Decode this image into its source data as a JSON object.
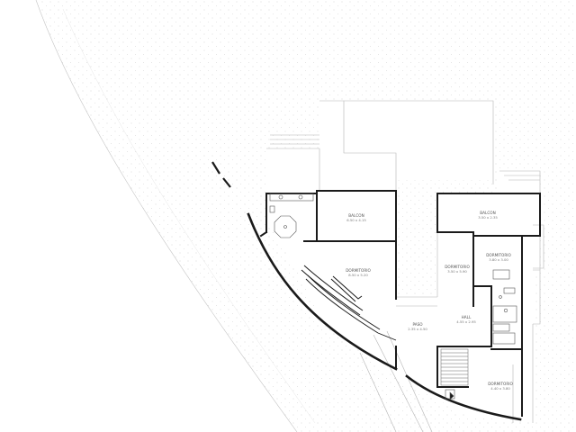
{
  "colors": {
    "background": "#ffffff",
    "wall": "#1a1a1a",
    "thin_line": "#b5b5b5",
    "terrain_dots": "#d4d4d4",
    "label": "#555555"
  },
  "rooms": [
    {
      "id": "balcon-1",
      "name": "BALCON",
      "dims": "6.50 x 4.15"
    },
    {
      "id": "balcon-2",
      "name": "BALCON",
      "dims": "3.50 x 2.35"
    },
    {
      "id": "dormitorio-main",
      "name": "DORMITORIO",
      "dims": "8.50 x 5.20"
    },
    {
      "id": "dormitorio-2",
      "name": "DORMITORIO",
      "dims": "3.50 x 5.90"
    },
    {
      "id": "dormitorio-3",
      "name": "DORMITORIO",
      "dims": "3.80 x 3.00"
    },
    {
      "id": "dormitorio-4",
      "name": "DORMITORIO",
      "dims": "4.40 x 3.80"
    },
    {
      "id": "hall",
      "name": "HALL",
      "dims": "4.55 x 2.95"
    },
    {
      "id": "paso",
      "name": "PASO",
      "dims": "2.35 x 4.50"
    }
  ]
}
